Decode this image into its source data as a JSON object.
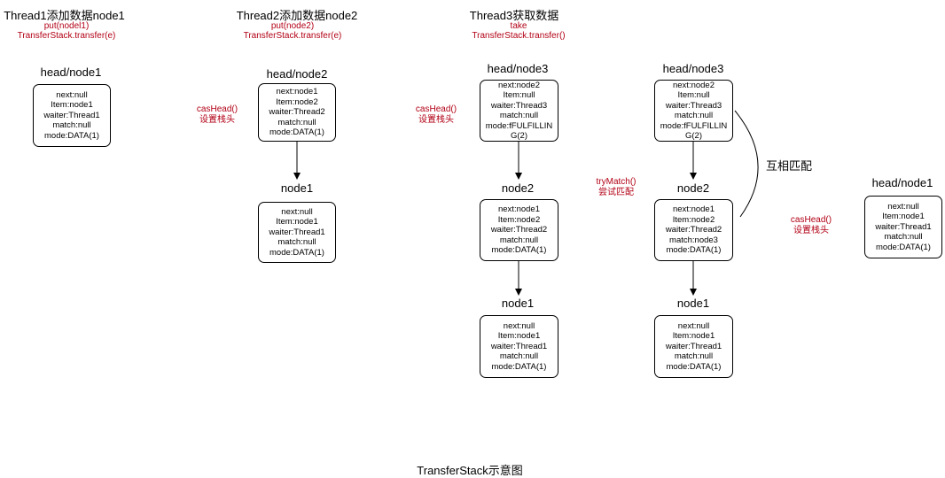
{
  "caption": "TransferStack示意图",
  "columns": [
    {
      "title": "Thread1添加数据node1",
      "sub1": "put(nodel1)",
      "sub2": "TransferStack.transfer(e)",
      "top_label": "head/node1",
      "top_node": [
        "next:null",
        "Item:node1",
        "waiter:Thread1",
        "match:null",
        "mode:DATA(1)"
      ]
    },
    {
      "title": "Thread2添加数据node2",
      "sub1": "put(node2)",
      "sub2": "TransferStack.transfer(e)",
      "side_op1": "casHead()",
      "side_op2": "设置栈头",
      "top_label": "head/node2",
      "top_node": [
        "next:node1",
        "Item:node2",
        "waiter:Thread2",
        "match:null",
        "mode:DATA(1)"
      ],
      "mid_label": "node1",
      "mid_node": [
        "next:null",
        "Item:node1",
        "waiter:Thread1",
        "match:null",
        "mode:DATA(1)"
      ]
    },
    {
      "title": "Thread3获取数据",
      "sub1": "take",
      "sub2": "TransferStack.transfer()",
      "side_op1": "casHead()",
      "side_op2": "设置栈头",
      "top_label": "head/node3",
      "top_node": [
        "next:node2",
        "Item:null",
        "waiter:Thread3",
        "match:null",
        "mode:fFULFILLING(2)"
      ],
      "mid_label": "node2",
      "mid_node": [
        "next:node1",
        "Item:node2",
        "waiter:Thread2",
        "match:null",
        "mode:DATA(1)"
      ],
      "bot_label": "node1",
      "bot_node": [
        "next:null",
        "Item:node1",
        "waiter:Thread1",
        "match:null",
        "mode:DATA(1)"
      ]
    },
    {
      "side_op1": "tryMatch()",
      "side_op2": "尝试匹配",
      "match_label": "互相匹配",
      "top_label": "head/node3",
      "top_node": [
        "next:node2",
        "Item:null",
        "waiter:Thread3",
        "match:null",
        "mode:fFULFILLING(2)"
      ],
      "mid_label": "node2",
      "mid_node": [
        "next:node1",
        "Item:node2",
        "waiter:Thread2",
        "match:node3",
        "mode:DATA(1)"
      ],
      "bot_label": "node1",
      "bot_node": [
        "next:null",
        "Item:node1",
        "waiter:Thread1",
        "match:null",
        "mode:DATA(1)"
      ]
    },
    {
      "side_op1": "casHead()",
      "side_op2": "设置栈头",
      "top_label": "head/node1",
      "top_node": [
        "next:null",
        "Item:node1",
        "waiter:Thread1",
        "match:null",
        "mode:DATA(1)"
      ]
    }
  ]
}
